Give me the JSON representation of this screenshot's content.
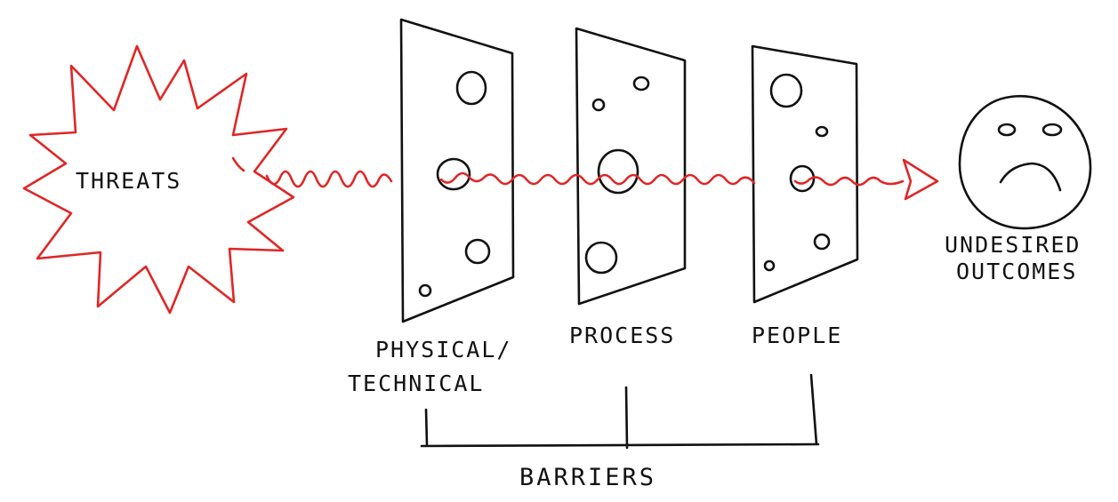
{
  "colors": {
    "ink": "#111111",
    "threat": "#e02626",
    "background": "#ffffff"
  },
  "threat": {
    "label": "THREATS"
  },
  "barriers": [
    {
      "label_lines": [
        "PHYSICAL/",
        "TECHNICAL"
      ]
    },
    {
      "label_lines": [
        "PROCESS"
      ]
    },
    {
      "label_lines": [
        "PEOPLE"
      ]
    }
  ],
  "group": {
    "label": "BARRIERS"
  },
  "outcome": {
    "label_lines": [
      "UNDESIRED",
      "OUTCOMES"
    ],
    "icon": "sad-face-icon"
  }
}
